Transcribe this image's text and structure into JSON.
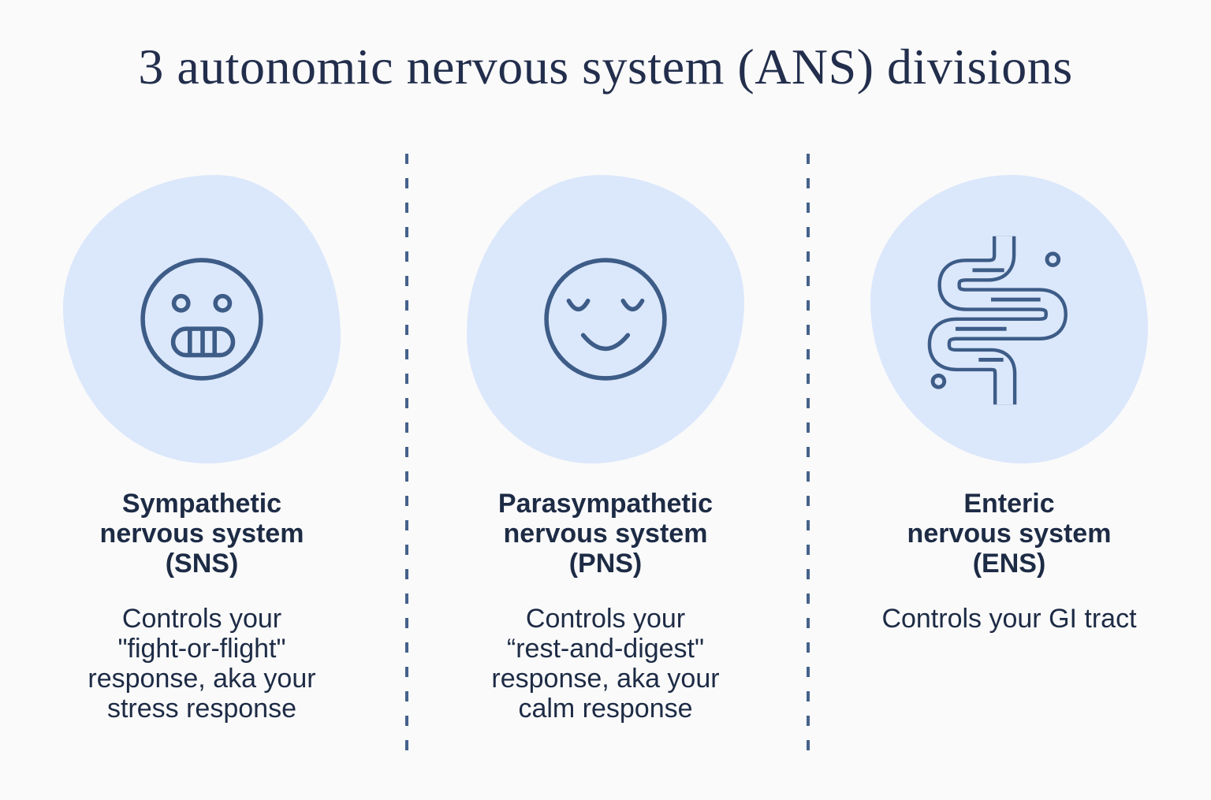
{
  "page": {
    "title": "3 autonomic nervous system (ANS) divisions",
    "background_color": "#fafafa",
    "title_color": "#222e4c"
  },
  "colors": {
    "blob_fill": "#dbe7fb",
    "icon_stroke": "#3d5c87",
    "divider": "#45628b",
    "text": "#1d2b45"
  },
  "columns": [
    {
      "id": "sns",
      "icon": "grimace-face-icon",
      "heading_lines": [
        "Sympathetic",
        "nervous system",
        "(SNS)"
      ],
      "body_lines": [
        "Controls your",
        "\"fight-or-flight\"",
        "response, aka your",
        "stress response"
      ]
    },
    {
      "id": "pns",
      "icon": "calm-face-icon",
      "heading_lines": [
        "Parasympathetic",
        "nervous system",
        "(PNS)"
      ],
      "body_lines": [
        "Controls your",
        "“rest-and-digest\"",
        "response, aka your",
        "calm response"
      ]
    },
    {
      "id": "ens",
      "icon": "intestines-icon",
      "heading_lines": [
        "Enteric",
        "nervous system",
        "(ENS)"
      ],
      "body_lines": [
        "Controls your GI tract"
      ]
    }
  ]
}
